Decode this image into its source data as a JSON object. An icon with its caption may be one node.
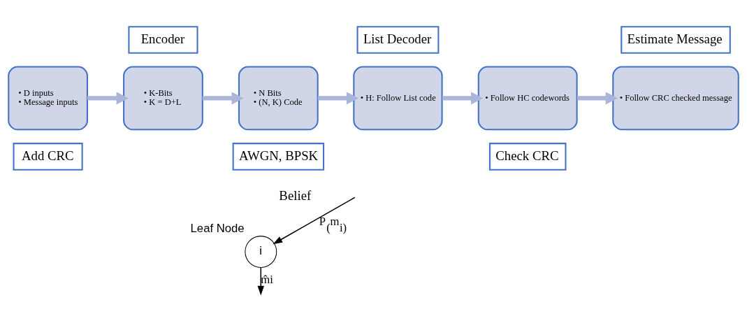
{
  "diagram": {
    "nodes": [
      {
        "text": [
          "• D inputs",
          "• Message inputs"
        ]
      },
      {
        "text": [
          "Add CRC"
        ]
      },
      {
        "text": [
          "• K-Bits",
          "• K = D+L"
        ]
      },
      {
        "text": [
          "Encoder"
        ]
      },
      {
        "text": [
          "• N Bits",
          "• (N, K) Code"
        ]
      },
      {
        "text": [
          "AWGN, BPSK"
        ]
      },
      {
        "text": [
          "• H: Follow List code"
        ]
      },
      {
        "text": [
          "List Decoder"
        ]
      },
      {
        "text": [
          "• Follow HC codewords"
        ]
      },
      {
        "text": [
          "Check CRC"
        ]
      },
      {
        "text": [
          "• Follow CRC checked message"
        ]
      },
      {
        "text": [
          "Estimate Message"
        ]
      },
      {
        "text": [
          "i"
        ],
        "beside": [
          "Leaf Node"
        ]
      }
    ],
    "edges": [
      {
        "from": 0,
        "to": 2,
        "arrow": "to"
      },
      {
        "from": 2,
        "to": 4,
        "arrow": "to"
      },
      {
        "from": 4,
        "to": 6,
        "arrow": "to"
      },
      {
        "from": 6,
        "to": 8,
        "arrow": "to"
      },
      {
        "from": 8,
        "to": 10,
        "arrow": "to"
      },
      {
        "from": null,
        "to": 12,
        "arrow": "to",
        "label": "P$_{(}$m$_{i)}$",
        "color": "#000000"
      },
      {
        "from": 12,
        "to": null,
        "arrow": "to",
        "label": "m̂i",
        "color": "#000000"
      }
    ],
    "labels": [
      "Belief"
    ]
  }
}
